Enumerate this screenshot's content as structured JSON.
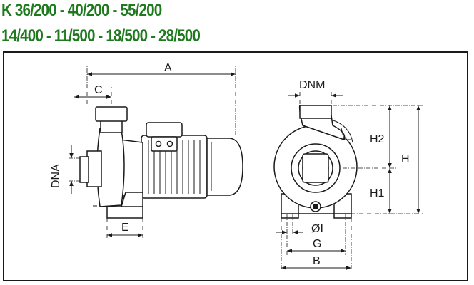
{
  "header": {
    "line1": "K 36/200 - 40/200 - 55/200",
    "line2": "14/400 - 11/500 - 18/500 - 28/500"
  },
  "colors": {
    "title": "#1f7a1f",
    "drawing": "#1a1a1a",
    "background": "#ffffff"
  },
  "dimensions": {
    "A": "A",
    "C": "C",
    "DNA": "DNA",
    "E": "E",
    "DNM": "DNM",
    "H2": "H2",
    "H": "H",
    "H1": "H1",
    "I": "ØI",
    "G": "G",
    "B": "B"
  }
}
